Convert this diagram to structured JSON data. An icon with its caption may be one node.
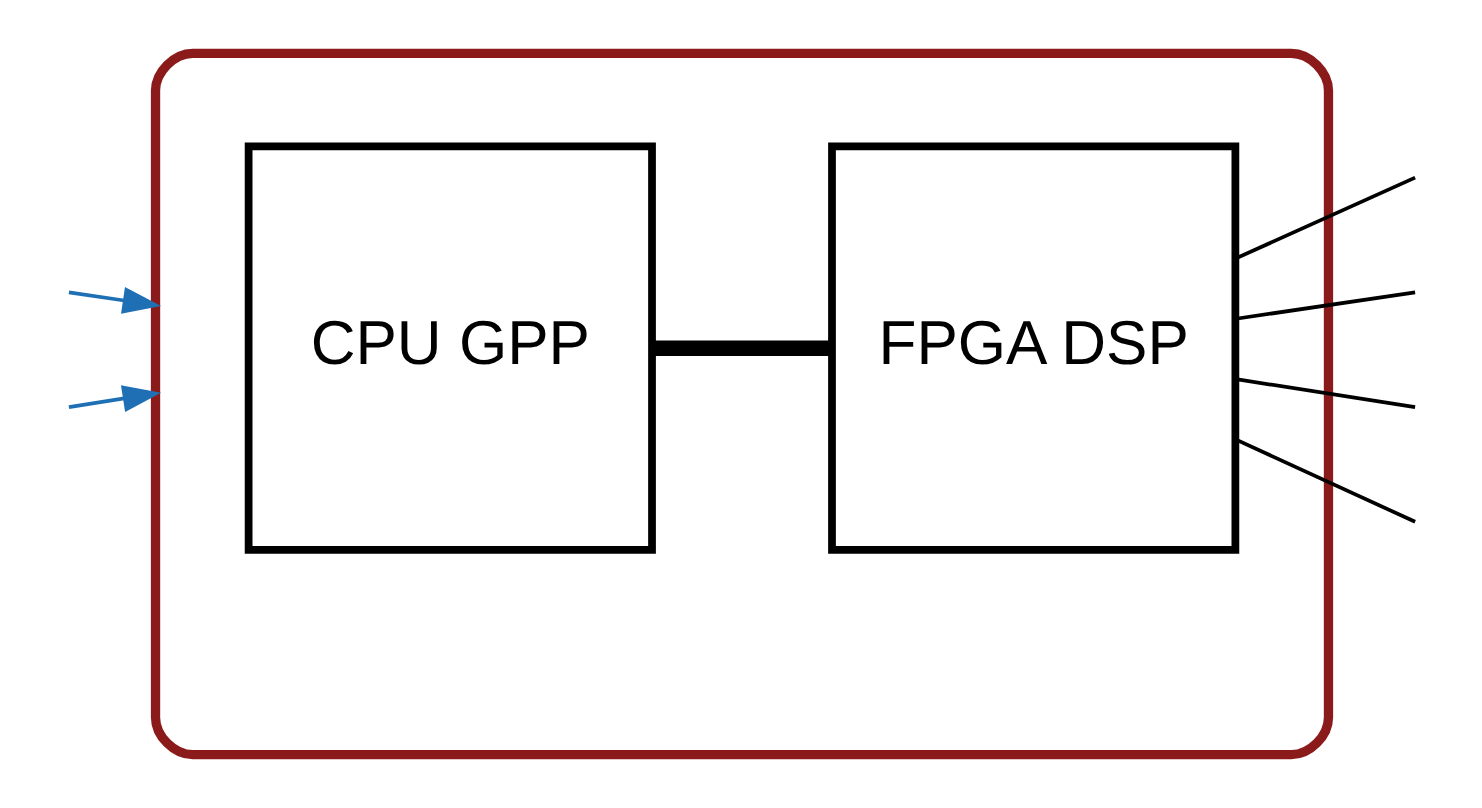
{
  "diagram": {
    "nodes": [
      {
        "text": [],
        "shape": "box"
      },
      {
        "text": [
          "CPU GPP"
        ],
        "in": 0
      },
      {
        "text": [
          "FPGA DSP"
        ],
        "in": 0
      }
    ],
    "edges": [
      {
        "from": 1,
        "to": 2,
        "arrow": "none",
        "style": "thick"
      },
      {
        "from": null,
        "to": 0,
        "arrow": "to",
        "color": "#1f6fb5"
      },
      {
        "from": null,
        "to": 0,
        "arrow": "to",
        "color": "#1f6fb5"
      },
      {
        "from": 2,
        "to": null,
        "arrow": "none"
      },
      {
        "from": 2,
        "to": null,
        "arrow": "none"
      },
      {
        "from": 2,
        "to": null,
        "arrow": "none"
      },
      {
        "from": 2,
        "to": null,
        "arrow": "none"
      }
    ]
  }
}
